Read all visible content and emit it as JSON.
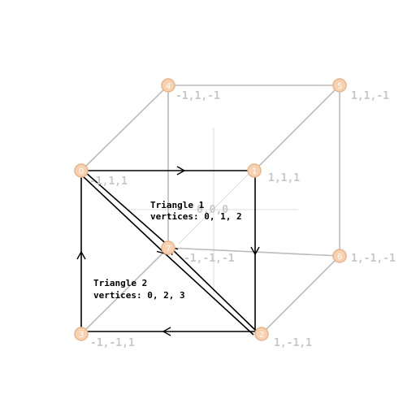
{
  "colors": {
    "background": "#ffffff",
    "cube_edge": "#bbbbbb",
    "axis": "#dcdcdc",
    "vertex_fill": "#f8d2b0",
    "vertex_stroke": "#e8b48c",
    "triangle": "#000000",
    "coord_label": "#c8c8c8"
  },
  "origin_label": "0,0,0",
  "vertices": [
    {
      "id": "0",
      "coord": "-1,1,1"
    },
    {
      "id": "1",
      "coord": "1,1,1"
    },
    {
      "id": "2",
      "coord": "1,-1,1"
    },
    {
      "id": "3",
      "coord": "-1,-1,1"
    },
    {
      "id": "4",
      "coord": "-1,1,-1"
    },
    {
      "id": "5",
      "coord": "1,1,-1"
    },
    {
      "id": "6",
      "coord": "1,-1,-1"
    },
    {
      "id": "7",
      "coord": "-1,-1,-1"
    }
  ],
  "triangles": [
    {
      "title": "Triangle 1",
      "vertices_text": "vertices: 0, 1, 2"
    },
    {
      "title": "Triangle 2",
      "vertices_text": "vertices: 0, 2, 3"
    }
  ]
}
